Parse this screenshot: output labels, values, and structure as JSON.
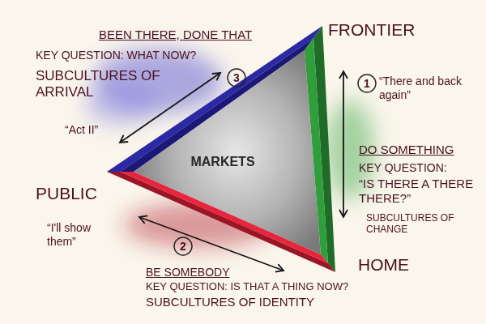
{
  "diagram": {
    "nodes": [
      {
        "text": [
          "MARKETS"
        ]
      }
    ],
    "labels": [
      "BEEN THERE, DONE THAT",
      "FRONTIER",
      "KEY QUESTION: WHAT NOW?",
      "3",
      "SUBCULTURES OF ARRIVAL",
      "1",
      "“There and back again”",
      "“Act II”",
      "DO SOMETHING",
      "KEY QUESTION:",
      "“IS THERE A THERE THERE?”",
      "PUBLIC",
      "SUBCULTURES OF CHANGE",
      "“I'll show them”",
      "2",
      "HOME",
      "BE SOMEBODY",
      "KEY QUESTION: IS THAT A THING NOW?",
      "SUBCULTURES OF IDENTITY"
    ]
  }
}
